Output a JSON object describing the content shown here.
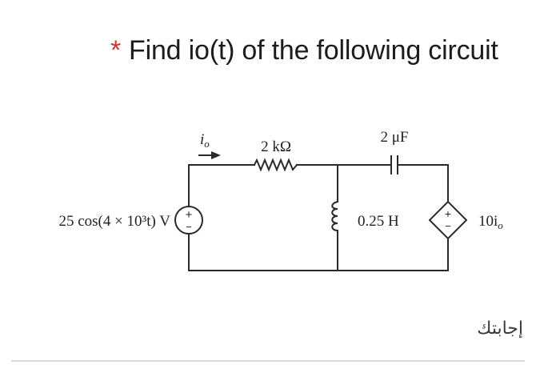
{
  "question": {
    "required_mark": "*",
    "title": "Find io(t) of the following circuit"
  },
  "circuit": {
    "source_label": "25 cos(4 × 10³t) V",
    "resistor_label": "2 kΩ",
    "capacitor_label": "2 μF",
    "inductor_label": "0.25 H",
    "dependent_source_label": "10i",
    "dependent_source_subscript": "o",
    "current_label": "i",
    "current_subscript": "o",
    "source_plus": "+",
    "source_minus": "−",
    "dependent_plus": "+",
    "dependent_minus": "−"
  },
  "answer": {
    "label": "إجابتك"
  }
}
